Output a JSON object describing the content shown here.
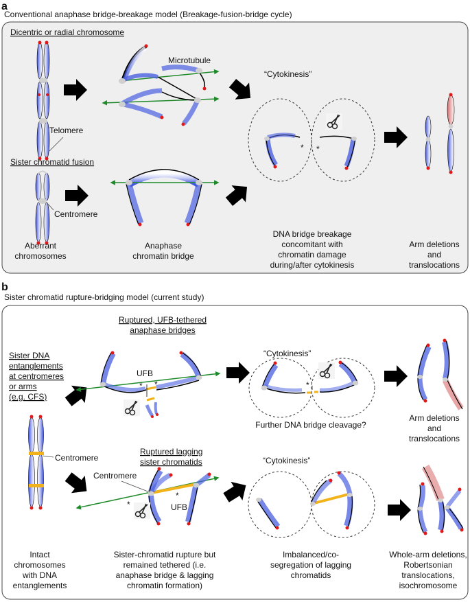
{
  "panel_a": {
    "letter": "a",
    "title": "Conventional anaphase bridge-breakage model (Breakage-fusion-bridge cycle)",
    "dicentric_heading": "Dicentric or radial chromosome",
    "microtubule_label": "Microtubule",
    "telomere_label": "Telomere",
    "sister_fusion_heading": "Sister chromatid fusion",
    "centromere_label": "Centromere",
    "cytokinesis_label": "“Cytokinesis”",
    "asterisk": "*",
    "captions": {
      "aberrant": [
        "Aberrant",
        "chromosomes"
      ],
      "bridge": [
        "Anaphase",
        "chromatin bridge"
      ],
      "breakage": [
        "DNA bridge breakage",
        "concomitant with",
        "chromatin damage",
        "during/after cytokinesis"
      ],
      "result": [
        "Arm deletions",
        "and",
        "translocations"
      ]
    }
  },
  "panel_b": {
    "letter": "b",
    "title": "Sister chromatid rupture-bridging model (current study)",
    "entanglement_heading": [
      "Sister DNA",
      "entanglements",
      "at centromeres",
      "or arms",
      "(e.g. CFS)"
    ],
    "ruptured_bridges_heading": [
      "Ruptured, UFB-tethered",
      "anaphase bridges"
    ],
    "ufb_label": "UFB",
    "cytokinesis_label": "“Cytokinesis”",
    "further_cleavage": "Further DNA bridge cleavage?",
    "top_result": [
      "Arm deletions",
      "and",
      "translocations"
    ],
    "lagging_heading": [
      "Ruptured lagging",
      "sister chromatids"
    ],
    "centromere_label": "Centromere",
    "asterisk": "*",
    "captions": {
      "intact": [
        "Intact",
        "chromosomes",
        "with DNA",
        "entanglements"
      ],
      "rupture": [
        "Sister-chromatid rupture but",
        "remained tethered (i.e.",
        "anaphase bridge & lagging",
        "chromatin formation)"
      ],
      "imbalanced": [
        "Imbalanced/co-",
        "segregation of lagging",
        "chromatids"
      ],
      "result": [
        "Whole-arm deletions,",
        "Robertsonian",
        "translocations,",
        "isochromosome"
      ]
    }
  },
  "colors": {
    "chromatid": "#4a5fe0",
    "telomere": "#e01818",
    "centromere": "#cfcfcf",
    "microtubule": "#1f8a2a",
    "ufb": "#f2b21a",
    "translocated": "#e07a7a",
    "panel_a_bg": "#efefef"
  }
}
